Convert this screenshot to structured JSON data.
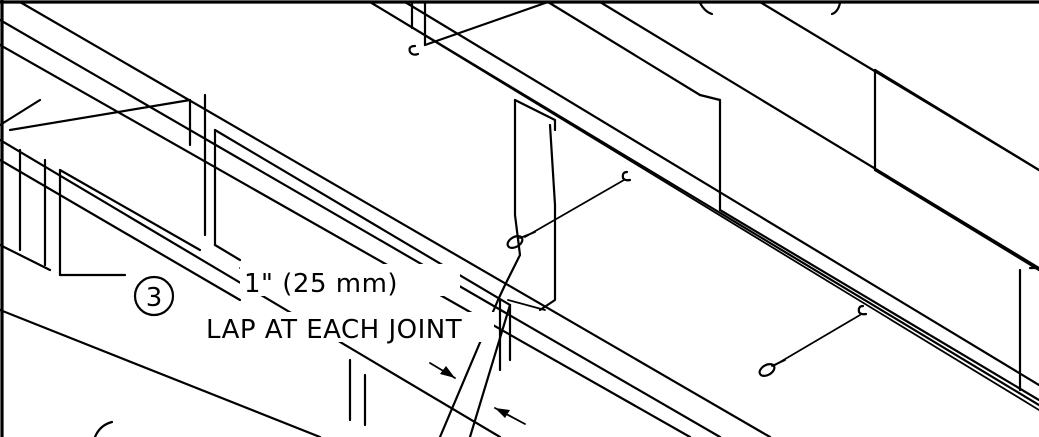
{
  "drawing": {
    "callout_number": "3",
    "lap_dimension": "1\" (25 mm)",
    "lap_note": "LAP AT EACH JOINT"
  }
}
